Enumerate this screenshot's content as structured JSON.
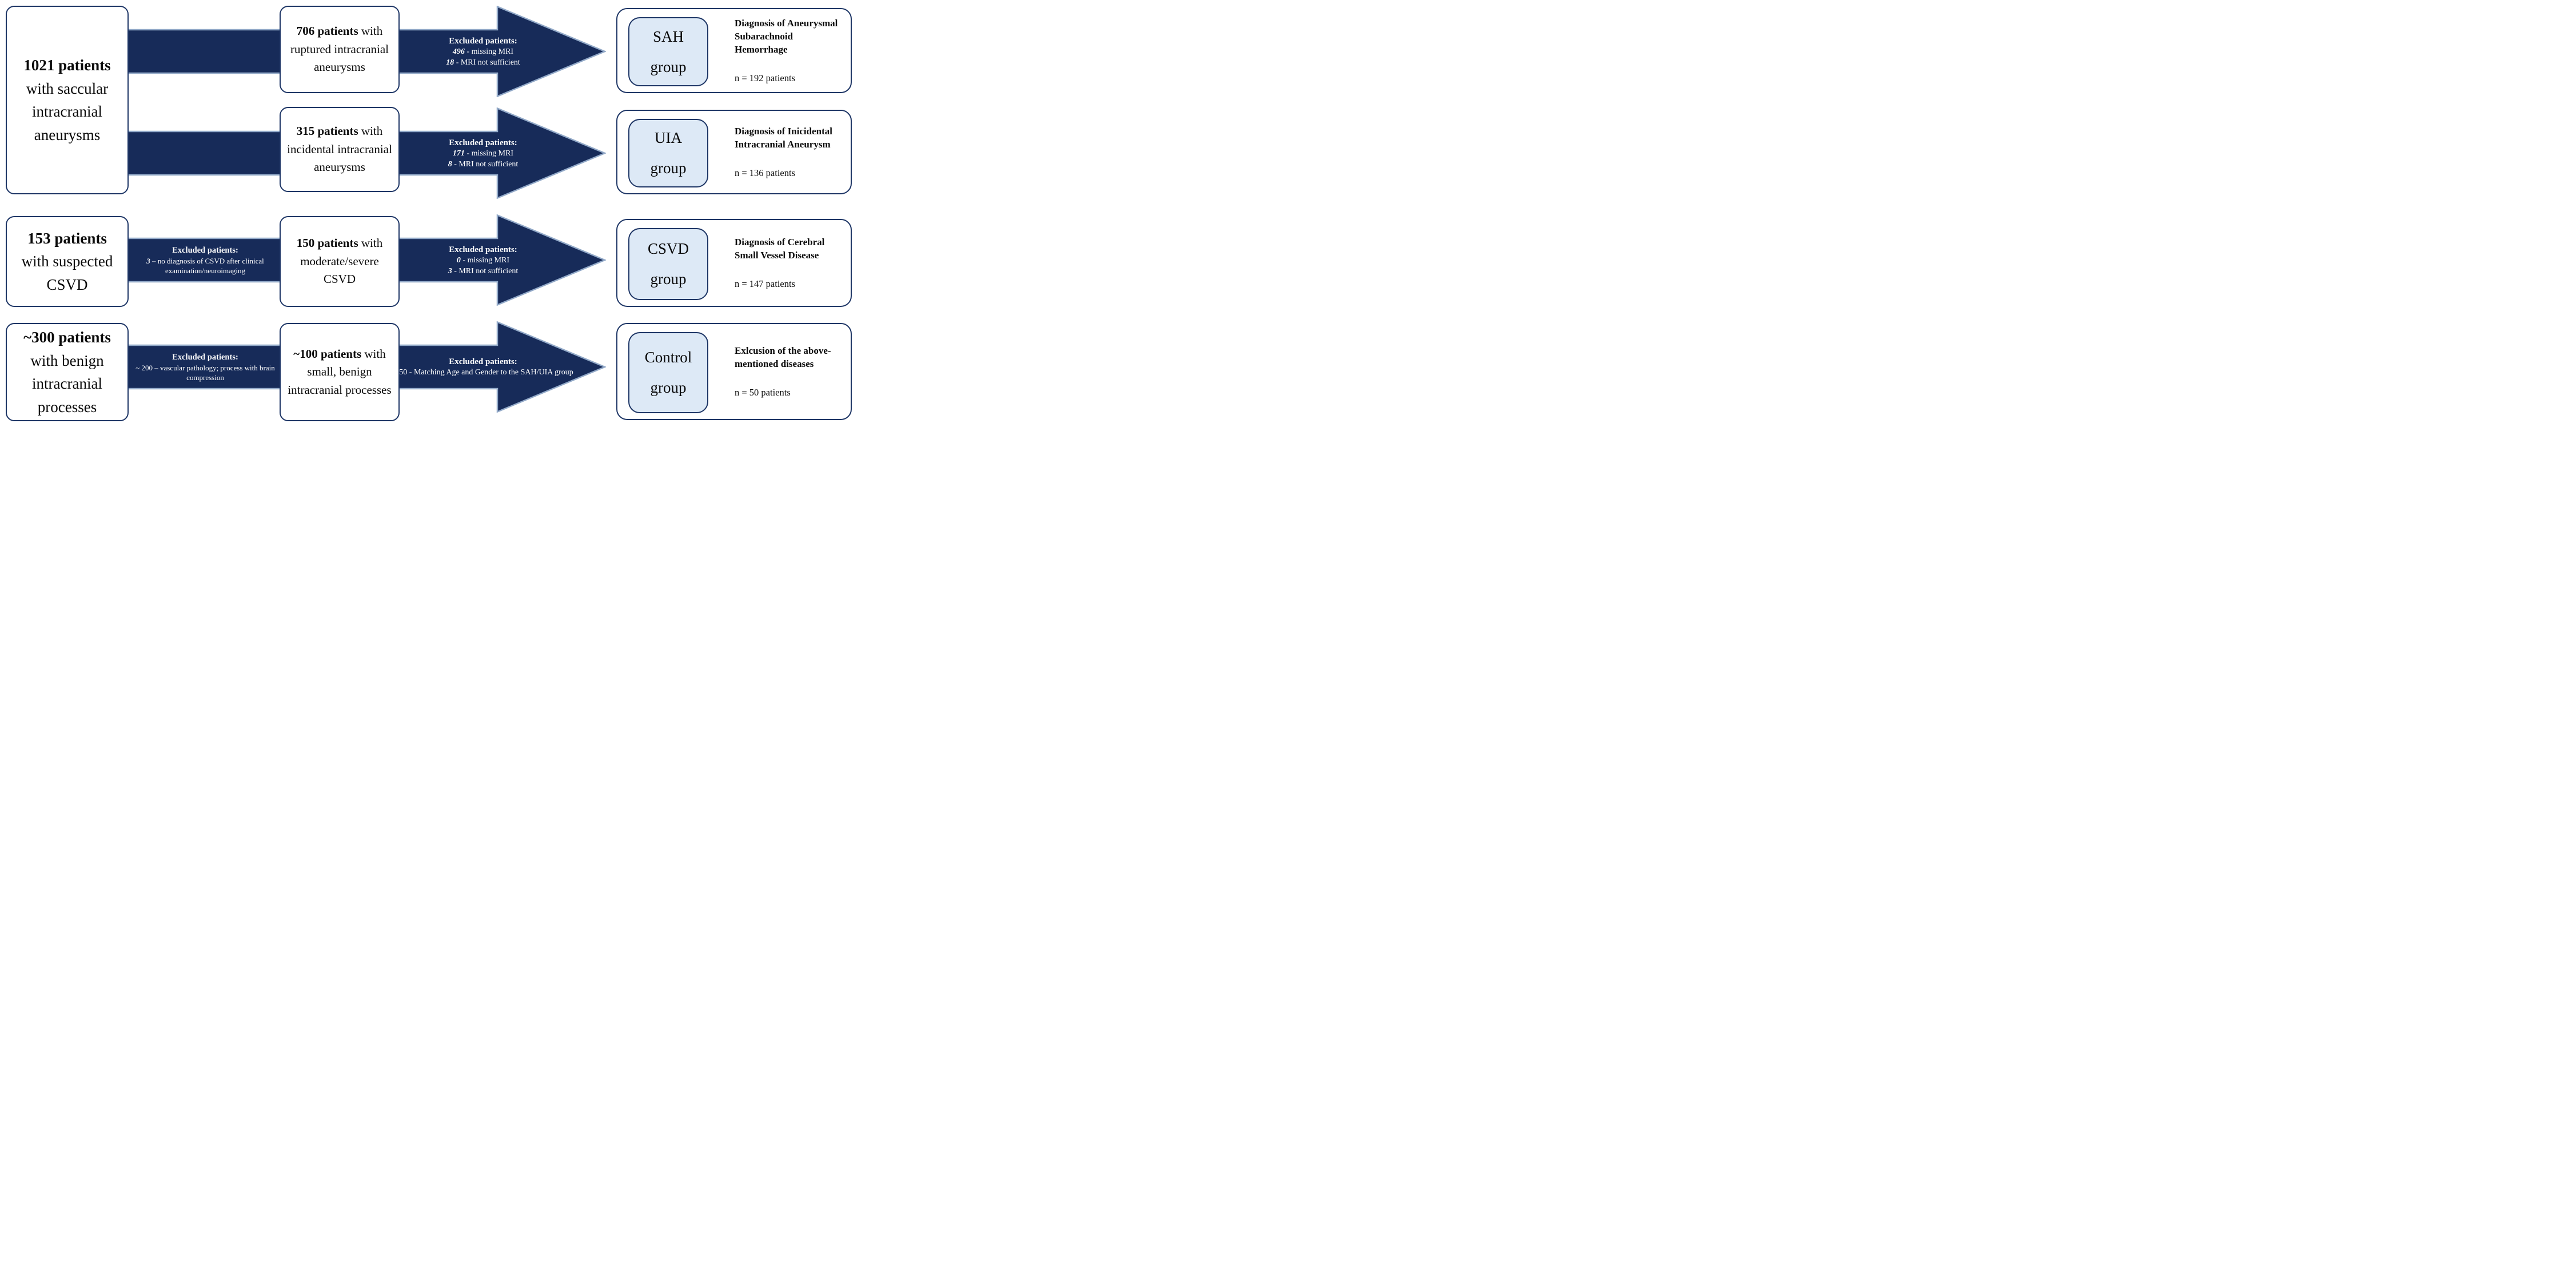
{
  "colors": {
    "navy_fill": "#172b59",
    "box_border": "#1e3666",
    "band_outline": "#92a9c8",
    "group_inner_fill": "#dde9f6",
    "text_dark": "#0a0a0a",
    "text_light": "#ffffff"
  },
  "left_boxes": {
    "saccular": {
      "headline": "1021 patients",
      "body": "with saccular intracranial aneurysms"
    },
    "csvd": {
      "headline": "153 patients",
      "body": "with suspected CSVD"
    },
    "benign": {
      "headline": "~300 patients",
      "body": "with benign intracranial processes"
    }
  },
  "middle_boxes": {
    "ruptured": {
      "headline": "706 patients",
      "body": " with ruptured intracranial aneurysms"
    },
    "incidental": {
      "headline": "315 patients",
      "body": " with incidental intracranial aneurysms"
    },
    "moderate": {
      "headline": "150 patients",
      "body": " with moderate/severe CSVD"
    },
    "small_benign": {
      "headline": "~100 patients",
      "body": " with small, benign intracranial processes"
    }
  },
  "excluded": {
    "sah": {
      "title": "Excluded patients:",
      "lines": [
        {
          "num": "496",
          "text": " - missing MRI"
        },
        {
          "num": "18",
          "text": " - MRI not sufficient"
        }
      ]
    },
    "uia": {
      "title": "Excluded patients:",
      "lines": [
        {
          "num": "171",
          "text": " - missing MRI"
        },
        {
          "num": "8",
          "text": " - MRI not sufficient"
        }
      ]
    },
    "csvd_pre": {
      "title": "Excluded patients:",
      "lines": [
        {
          "num": "3",
          "text": " – no diagnosis of CSVD after clinical examination/neuroimaging"
        }
      ]
    },
    "csvd_post": {
      "title": "Excluded patients:",
      "lines": [
        {
          "num": "0",
          "text": " - missing MRI"
        },
        {
          "num": "3",
          "text": " - MRI not sufficient"
        }
      ]
    },
    "control_pre": {
      "title": "Excluded patients:",
      "lines": [
        {
          "num": "",
          "text": "~ 200 – vascular pathology; process with brain compression"
        }
      ]
    },
    "control_post": {
      "title": "Excluded patients:",
      "lines": [
        {
          "num": "",
          "text": "~ 50 - Matching Age and Gender to the SAH/UIA group"
        }
      ]
    }
  },
  "groups": {
    "sah": {
      "label_line1": "SAH",
      "label_line2": "group",
      "title": "Diagnosis of Aneurysmal Subarachnoid Hemorrhage",
      "count": "n = 192 patients"
    },
    "uia": {
      "label_line1": "UIA",
      "label_line2": "group",
      "title": "Diagnosis of Inicidental Intracranial Aneurysm",
      "count": "n = 136 patients"
    },
    "csvd": {
      "label_line1": "CSVD",
      "label_line2": "group",
      "title": "Diagnosis of Cerebral Small Vessel Disease",
      "count": "n = 147 patients"
    },
    "control": {
      "label_line1": "Control",
      "label_line2": "group",
      "title": "Exlcusion of the above-mentioned diseases",
      "count": "n = 50 patients"
    }
  }
}
